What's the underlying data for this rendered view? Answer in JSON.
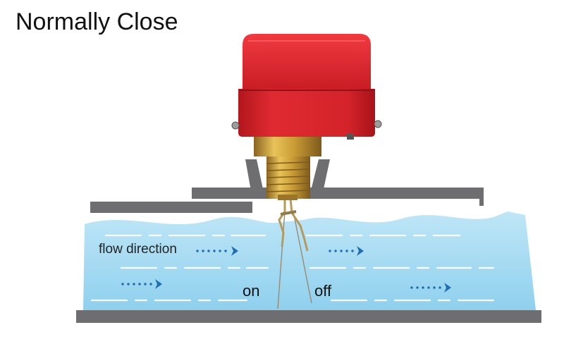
{
  "title": "Normally Close",
  "labels": {
    "flow_direction": "flow direction",
    "on": "on",
    "off": "off"
  },
  "colors": {
    "housing_red": "#d8262e",
    "brass": "#c8a03c",
    "water": "#a9dcf2",
    "pipe_wall": "#6e6e70",
    "flow_arrow": "#1f6fb0"
  },
  "icons": [
    "flow-arrow-icon"
  ]
}
